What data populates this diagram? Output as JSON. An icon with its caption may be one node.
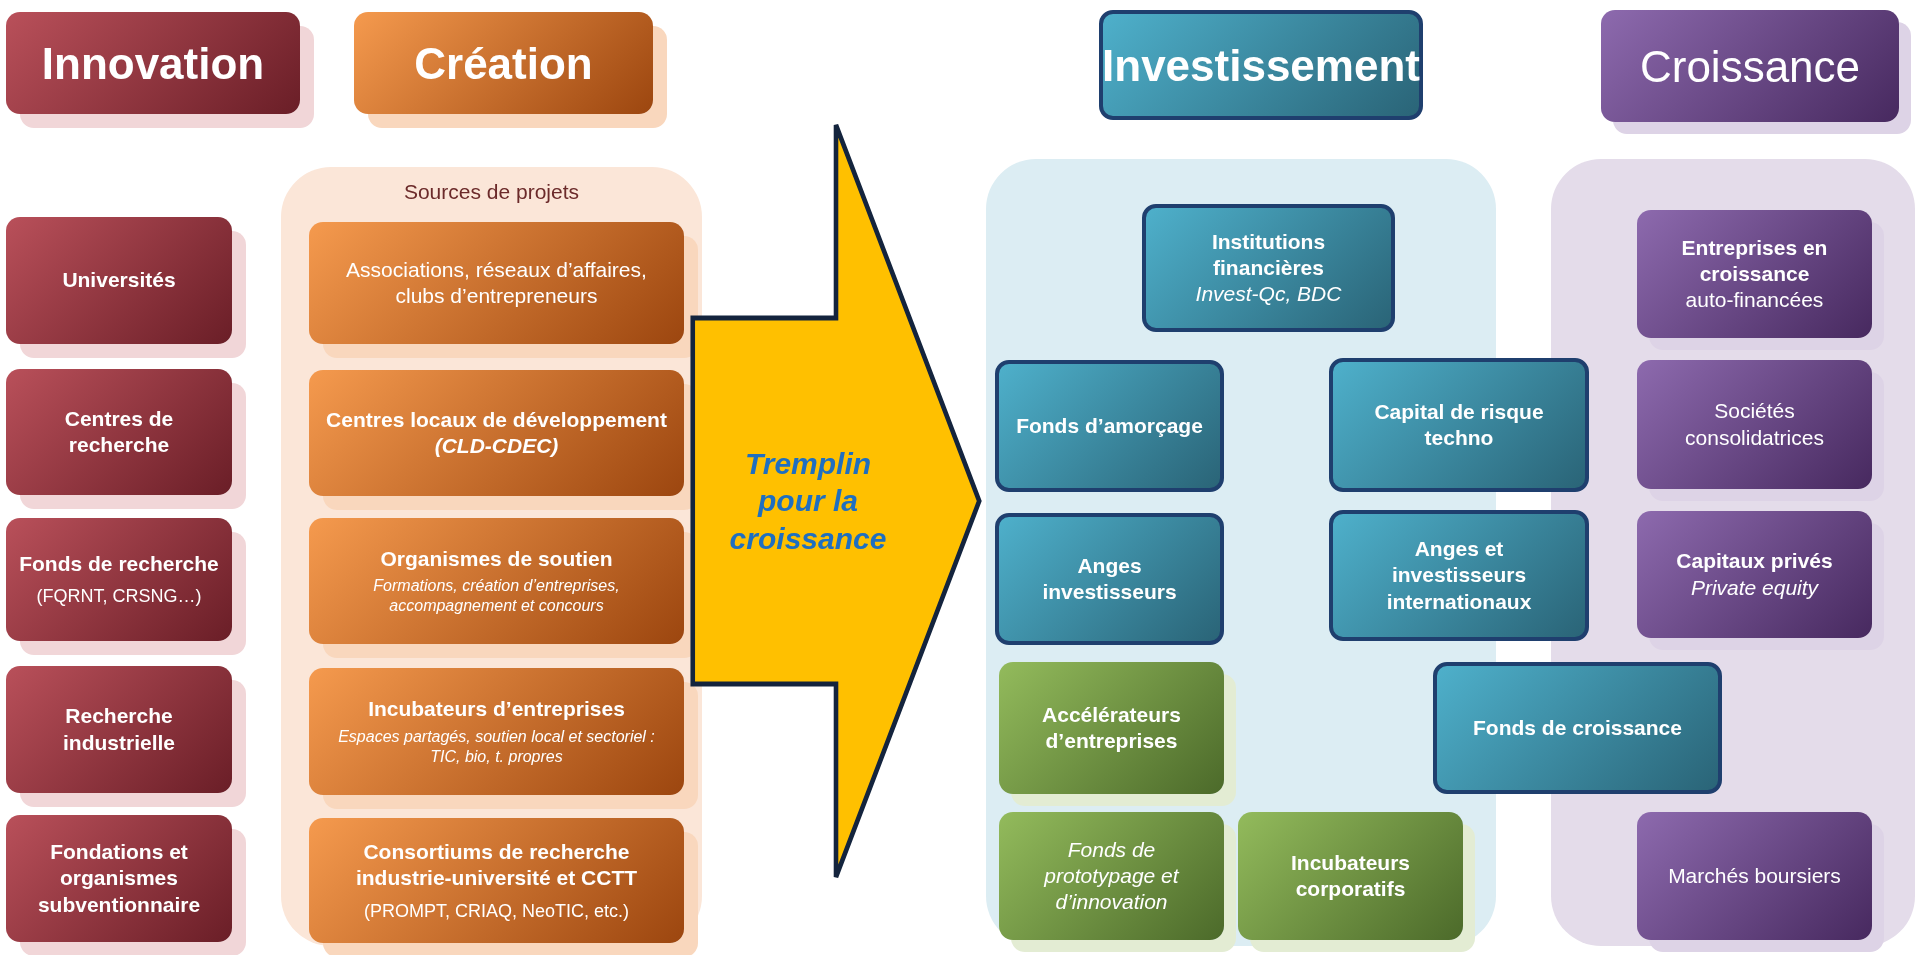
{
  "diagram": {
    "nodes": [
      {
        "text": [
          "Innovation"
        ]
      },
      {
        "text": [
          "Création"
        ]
      },
      {
        "text": [
          "Investissement"
        ]
      },
      {
        "text": [
          "Croissance"
        ]
      },
      {
        "text": [
          "Universités"
        ]
      },
      {
        "text": [
          "Centres de recherche"
        ]
      },
      {
        "text": [
          "Fonds de recherche",
          "(FQRNT, CRSNG…)"
        ]
      },
      {
        "text": [
          "Recherche industrielle"
        ]
      },
      {
        "text": [
          "Fondations et organismes subventionnaire"
        ]
      },
      {
        "text": [
          "Sources de projets"
        ]
      },
      {
        "text": [
          "Associations, réseaux d’affaires, clubs d’entrepreneurs"
        ],
        "in": 9
      },
      {
        "text": [
          "Centres locaux de développement *(CLD-CDEC)*"
        ],
        "in": 9
      },
      {
        "text": [
          "Organismes de soutien",
          "Formations, création d’entreprises, accompagnement et concours"
        ],
        "in": 9
      },
      {
        "text": [
          "Incubateurs d’entreprises",
          "Espaces partagés, soutien local et sectoriel : TIC, bio, t. propres"
        ],
        "in": 9
      },
      {
        "text": [
          "Consortiums de recherche industrie-université et CCTT",
          "(PROMPT, CRIAQ, NeoTIC, etc.)"
        ],
        "in": 9
      },
      {
        "text": [
          "Tremplin pour la croissance"
        ]
      },
      {
        "text": [],
        "shape": "box"
      },
      {
        "text": [
          "Institutions financières",
          "Invest-Qc, BDC"
        ],
        "in": 16
      },
      {
        "text": [
          "Fonds d’amorçage"
        ],
        "in": 16
      },
      {
        "text": [
          "Capital de risque techno"
        ]
      },
      {
        "text": [
          "Anges investisseurs"
        ],
        "in": 16
      },
      {
        "text": [
          "Anges et investisseurs internationaux"
        ]
      },
      {
        "text": [
          "Accélérateurs d’entreprises"
        ],
        "in": 16
      },
      {
        "text": [
          "Fonds de croissance"
        ]
      },
      {
        "text": [
          "Fonds de prototypage et d’innovation"
        ],
        "in": 16
      },
      {
        "text": [
          "Incubateurs corporatifs"
        ],
        "in": 16
      },
      {
        "text": [],
        "shape": "box"
      },
      {
        "text": [
          "Entreprises en croissance",
          "auto-financées"
        ],
        "in": 26
      },
      {
        "text": [
          "Sociétés consolidatrices"
        ],
        "in": 26
      },
      {
        "text": [
          "Capitaux privés",
          "Private equity"
        ],
        "in": 26
      },
      {
        "text": [
          "Marchés boursiers"
        ],
        "in": 26
      }
    ]
  }
}
